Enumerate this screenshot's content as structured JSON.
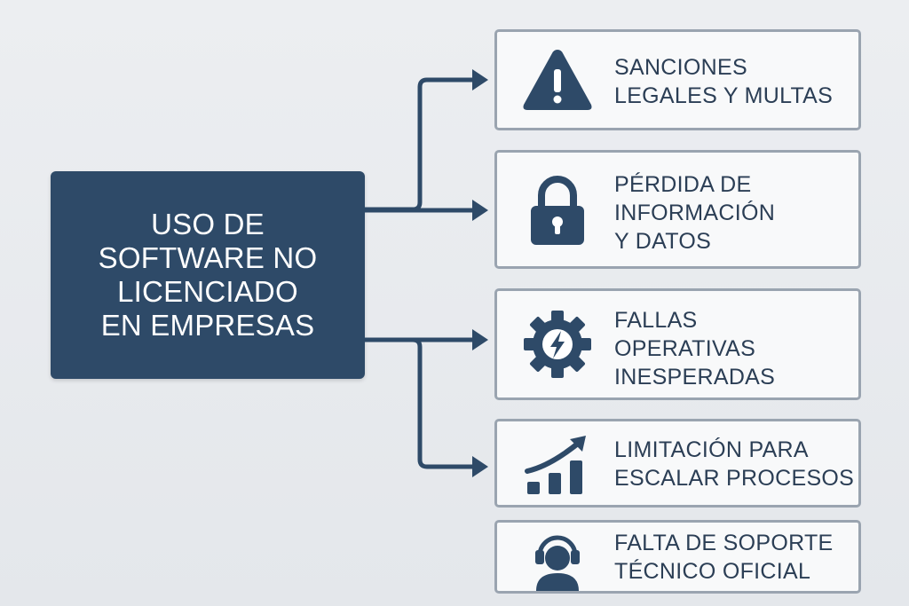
{
  "central": {
    "title": "USO DE\nSOFTWARE NO\nLICENCIADO\nEN EMPRESAS"
  },
  "consequences": [
    {
      "label": "SANCIONES\nLEGALES Y MULTAS",
      "icon": "warning-icon"
    },
    {
      "label": "PÉRDIDA DE\nINFORMACIÓN\nY DATOS",
      "icon": "lock-icon"
    },
    {
      "label": "FALLAS\nOPERATIVAS\nINESPERADAS",
      "icon": "gear-icon"
    },
    {
      "label": "LIMITACIÓN PARA\nESCALAR PROCESOS",
      "icon": "growth-chart-icon"
    },
    {
      "label": "FALTA DE SOPORTE\nTÉCNICO OFICIAL",
      "icon": "headset-support-icon"
    }
  ],
  "colors": {
    "primary": "#2e4a68",
    "card_background": "#f8f9fa",
    "card_border": "#9aa4b0",
    "text": "#2b3e55",
    "background": "#e8eaed"
  }
}
